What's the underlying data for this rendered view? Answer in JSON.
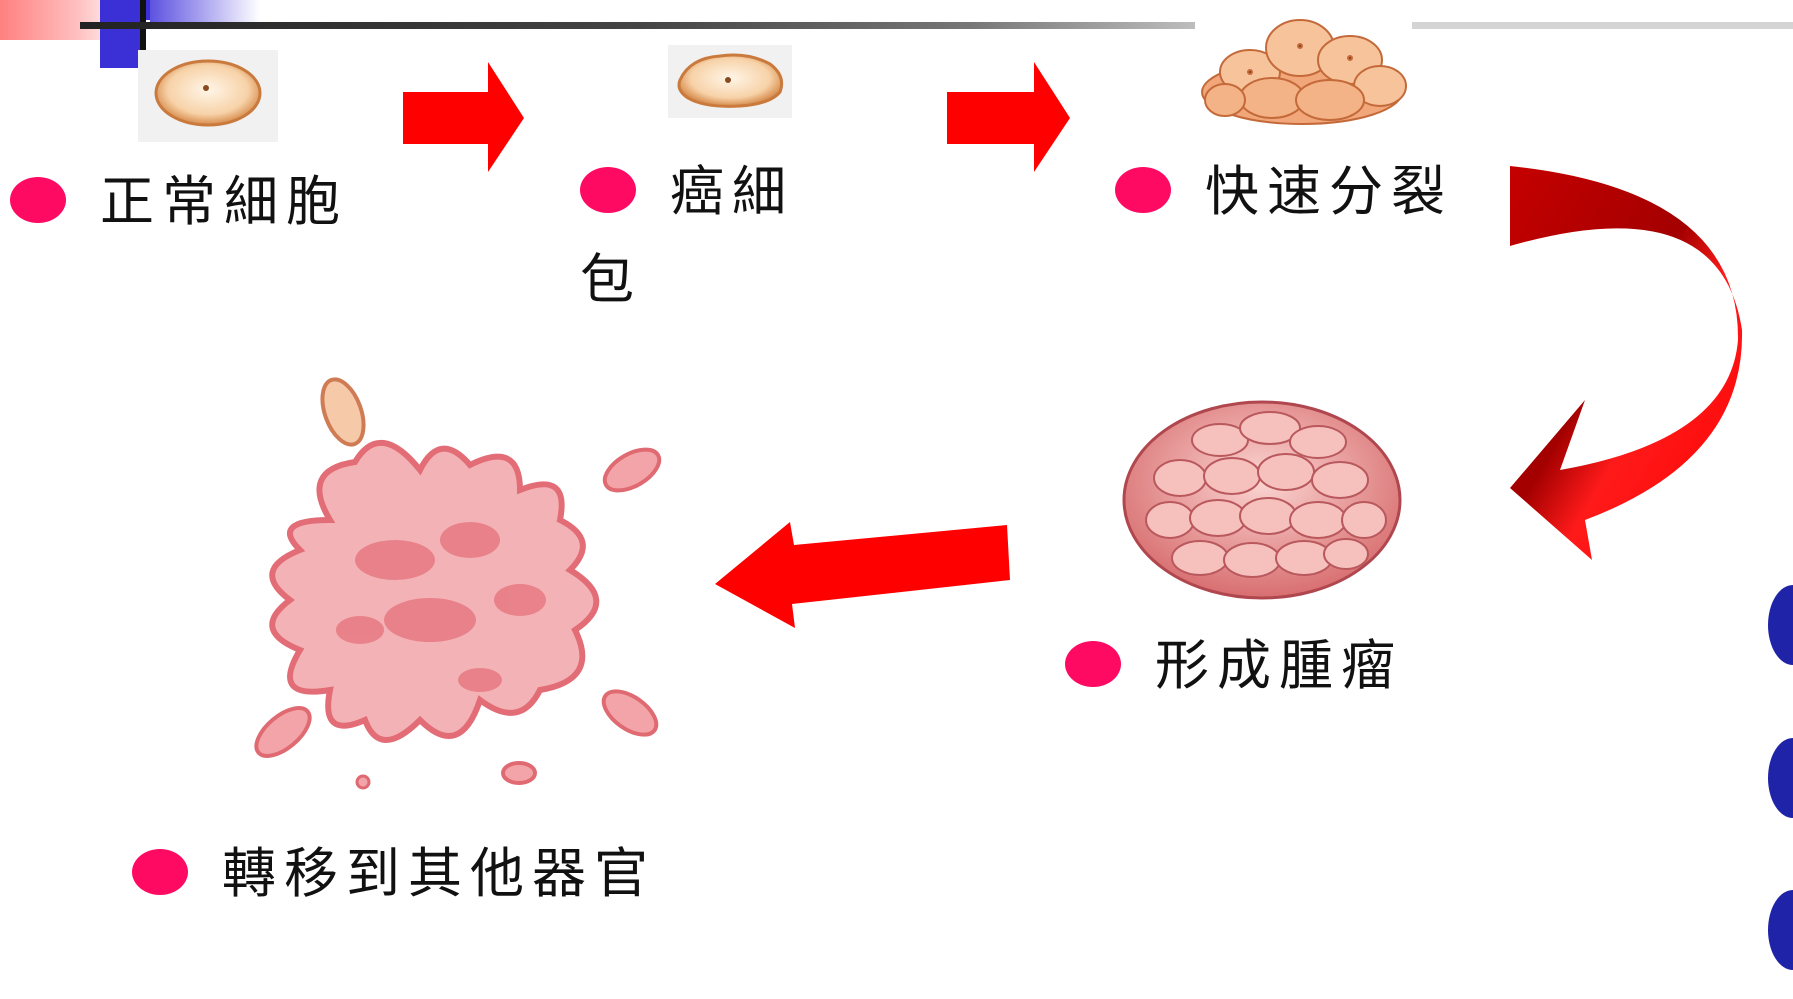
{
  "stages": [
    {
      "label": "正常細胞"
    },
    {
      "label": "癌細包"
    },
    {
      "label": "快速分裂"
    },
    {
      "label": "形成腫瘤"
    },
    {
      "label": "轉移到其他器官"
    }
  ],
  "colors": {
    "bullet": "#ff0a63",
    "arrow": "#ff0000",
    "normal_cell": "#f3c79a",
    "tumor": "#e07b80",
    "metastasis": "#e8707a"
  },
  "icons": [
    "normal-cell-icon",
    "cancer-cell-icon",
    "dividing-cells-icon",
    "tumor-icon",
    "metastasis-icon",
    "arrow-right-icon",
    "arrow-curved-down-icon",
    "arrow-left-icon"
  ]
}
